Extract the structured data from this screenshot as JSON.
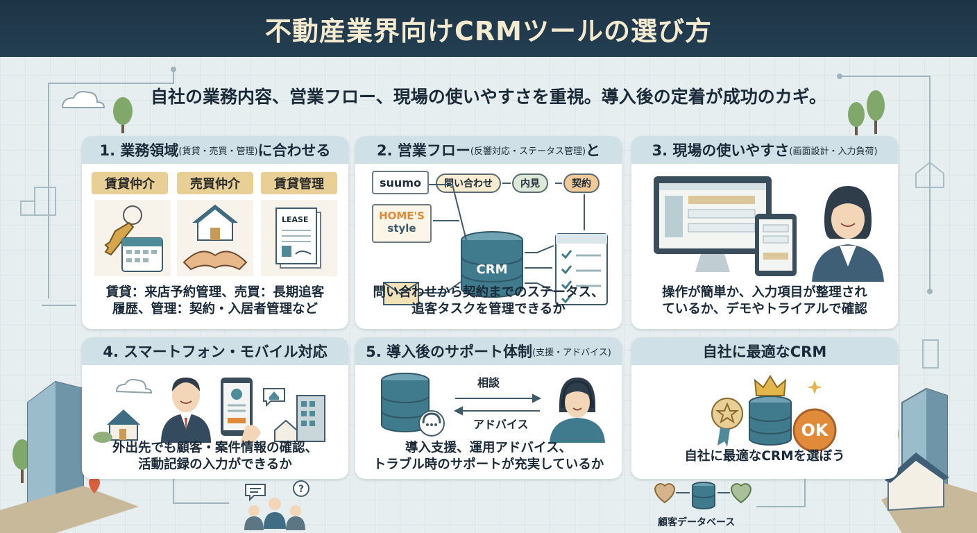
{
  "header": {
    "title": "不動産業界向けCRMツールの選び方"
  },
  "subtitle": "自社の業務内容、営業フロー、現場の使いやすさを重視。導入後の定着が成功のカギ。",
  "cards": {
    "c1": {
      "num": "1. 業務領域",
      "sub": "(賃貸・売買・管理)",
      "suffix": "に合わせる",
      "tags": [
        "賃貸仲介",
        "売買仲介",
        "賃貸管理"
      ],
      "doc_label": "LEASE",
      "text1": "賃貸：来店予約管理、売買：長期追客",
      "text2": "履歴、管理：契約・入居者管理など"
    },
    "c2": {
      "num": "2. 営業フロー",
      "sub": "(反響対応・ステータス管理)",
      "suffix": "と",
      "logo1": "suumo",
      "logo2a": "HOME'S",
      "logo2b": "style",
      "pills": [
        "問い合わせ",
        "内見",
        "契約"
      ],
      "db_label": "CRM",
      "text1": "問い合わせから契約までのステータス、",
      "text2": "追客タスクを管理できるか"
    },
    "c3": {
      "num": "3. 現場の使いやすさ",
      "sub": "(画面設計・入力負荷)",
      "text1": "操作が簡単か、入力項目が整理され",
      "text2": "ているか、デモやトライアルで確認"
    },
    "c4": {
      "title": "4. スマートフォン・モバイル対応",
      "text1": "外出先でも顧客・案件情報の確認、",
      "text2": "活動記録の入力ができるか"
    },
    "c5": {
      "num": "5. 導入後のサポート体制",
      "sub": "(支援・アドバイス)",
      "arrow_top": "相談",
      "arrow_bottom": "アドバイス",
      "text1": "導入支援、運用アドバイス、",
      "text2": "トラブル時のサポートが充実しているか"
    },
    "c6": {
      "title": "自社に最適なCRM",
      "badge": "OK",
      "text1": "自社に最適なCRMを選ぼう"
    }
  },
  "footer": {
    "db_caption": "顧客データベース"
  },
  "colors": {
    "header_bg": "#1d3446",
    "title_text": "#f4ead0",
    "card_head_bg": "#cfe0e6",
    "tag_bg": "#e7cf95",
    "db_teal": "#3f7b8c",
    "accent_orange": "#e08a3a"
  }
}
